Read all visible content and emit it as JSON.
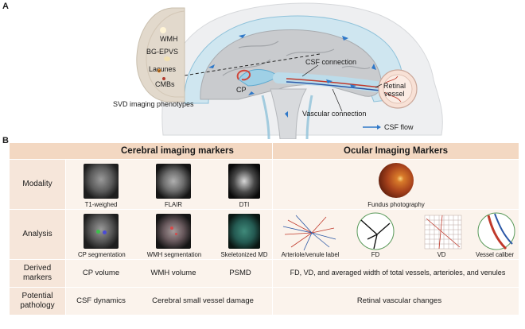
{
  "panel_a": {
    "letter": "A",
    "brain_labels": [
      "WMH",
      "BG-EPVS",
      "Lacunes",
      "CMBs"
    ],
    "svd_caption": "SVD imaging phenotypes",
    "csf_connection": "CSF connection",
    "cp": "CP",
    "retinal_vessel_1": "Retinal",
    "retinal_vessel_2": "vessel",
    "vascular_connection": "Vascular connection",
    "legend_csf_flow": "CSF flow",
    "colors": {
      "csf_arrow": "#2f78c8",
      "brain": "#c7c9cc",
      "csf": "#bcdcea",
      "vessel_red": "#c0392b",
      "vessel_blue": "#2b57a6"
    }
  },
  "panel_b": {
    "letter": "B",
    "header_cerebral": "Cerebral imaging markers",
    "header_ocular": "Ocular Imaging Markers",
    "rows": {
      "modality": "Modality",
      "analysis": "Analysis",
      "derived_1": "Derived",
      "derived_2": "markers",
      "pathology_1": "Potential",
      "pathology_2": "pathology"
    },
    "modality_captions": [
      "T1-weighed",
      "FLAIR",
      "DTI",
      "Fundus photography"
    ],
    "analysis_captions": [
      "CP segmentation",
      "WMH segmentation",
      "Skeletonized MD",
      "Arteriole/venule label",
      "FD",
      "VD",
      "Vessel caliber"
    ],
    "derived": [
      "CP volume",
      "WMH volume",
      "PSMD",
      "FD, VD, and averaged width of total vessels, arterioles, and venules"
    ],
    "pathology": [
      "CSF dynamics",
      "Cerebral small vessel damage",
      "Retinal vascular changes"
    ],
    "colors": {
      "header_bg": "#f3d8c2",
      "row_dark": "#f6e6da",
      "row_light": "#fbf3ec",
      "border": "#ffffff"
    }
  }
}
